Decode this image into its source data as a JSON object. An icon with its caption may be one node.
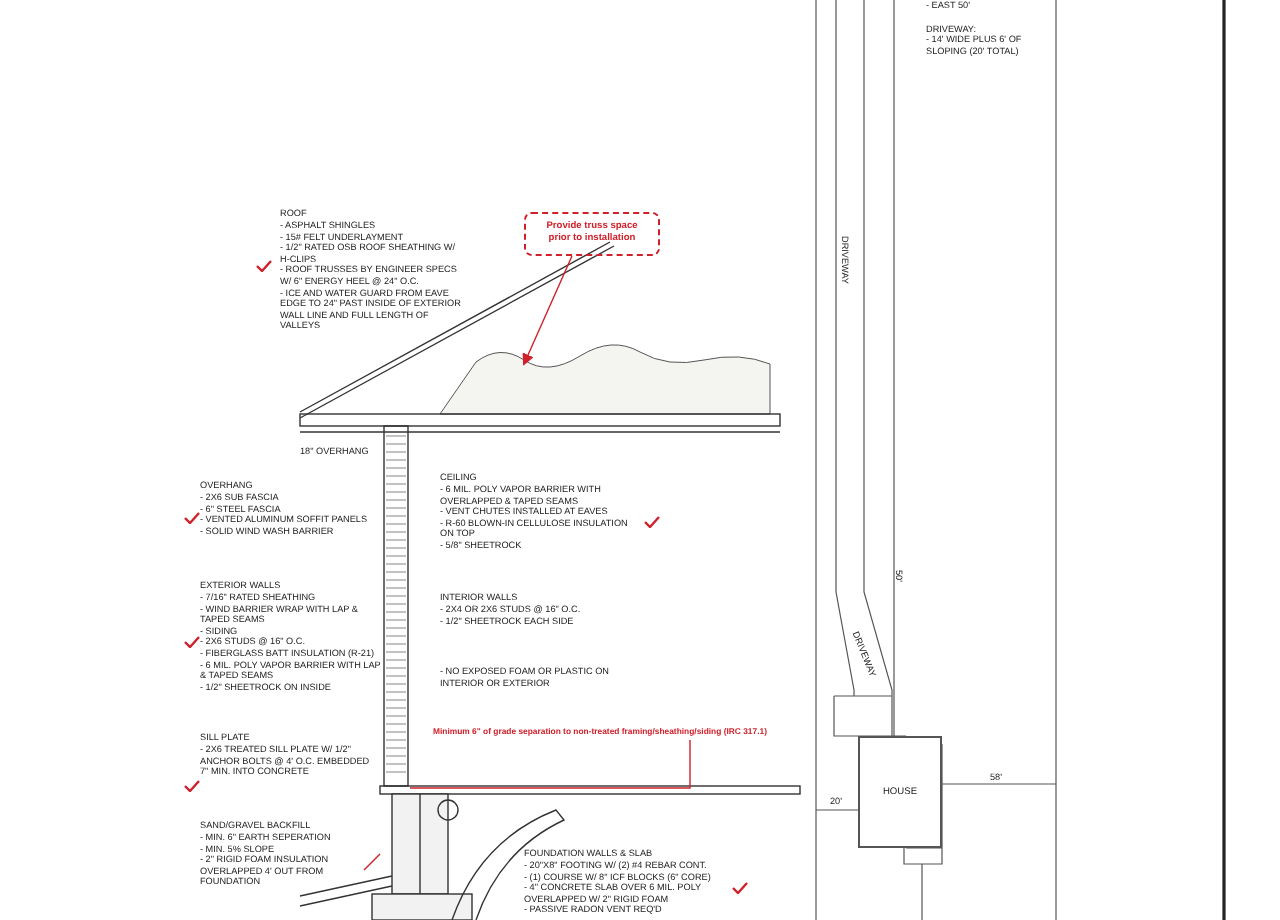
{
  "diagram": {
    "nodes": [
      {
        "text": [
          "Provide truss space prior to installation"
        ]
      },
      {
        "text": [
          "Minimum 6\" of grade separation to non-treated framing/sheathing/siding (IRC 317.1)"
        ]
      },
      {
        "text": [
          "HOUSE"
        ]
      }
    ],
    "edges": [
      {
        "from": 0,
        "to": null,
        "arrow": "to",
        "color": "#d0202a"
      },
      {
        "from": 1,
        "to": null,
        "arrow": "none",
        "color": "#d0202a"
      }
    ],
    "labels": [
      "ROOF",
      "- ASPHALT SHINGLES",
      "- 15# FELT UNDERLAYMENT",
      "- 1/2\" RATED OSB ROOF SHEATHING W/ H-CLIPS",
      "- ROOF TRUSSES BY ENGINEER SPECS W/ 6\" ENERGY HEEL @ 24\" O.C.",
      "- ICE AND WATER GUARD FROM EAVE EDGE TO 24\" PAST INSIDE OF EXTERIOR WALL LINE AND FULL LENGTH OF VALLEYS",
      "18\" OVERHANG",
      "OVERHANG",
      "- 2X6 SUB FASCIA",
      "- 6\" STEEL FASCIA",
      "- VENTED ALUMINUM SOFFIT PANELS",
      "- SOLID WIND WASH BARRIER",
      "EXTERIOR WALLS",
      "- 7/16\" RATED SHEATHING",
      "- WIND BARRIER WRAP WITH LAP & TAPED SEAMS",
      "- SIDING",
      "- 2X6 STUDS @ 16\" O.C.",
      "- FIBERGLASS BATT INSULATION (R-21)",
      "- 6 MIL. POLY VAPOR BARRIER WITH LAP & TAPED SEAMS",
      "- 1/2\" SHEETROCK ON INSIDE",
      "SILL PLATE",
      "- 2X6 TREATED SILL PLATE W/ 1/2\" ANCHOR BOLTS @ 4' O.C. EMBEDDED 7\" MIN. INTO CONCRETE",
      "SAND/GRAVEL BACKFILL",
      "- MIN. 6\" EARTH SEPERATION",
      "- MIN. 5% SLOPE",
      "- 2\" RIGID FOAM INSULATION OVERLAPPED 4' OUT FROM FOUNDATION",
      "CEILING",
      "- 6 MIL. POLY VAPOR BARRIER WITH OVERLAPPED & TAPED SEAMS",
      "- VENT CHUTES INSTALLED AT EAVES",
      "- R-60 BLOWN-IN CELLULOSE INSULATION ON TOP",
      "- 5/8\" SHEETROCK",
      "INTERIOR WALLS",
      "- 2X4 OR 2X6 STUDS @ 16\" O.C.",
      "- 1/2\" SHEETROCK EACH SIDE",
      "- NO EXPOSED FOAM OR PLASTIC ON INTERIOR OR EXTERIOR",
      "FOUNDATION WALLS & SLAB",
      "- 20\"X8\" FOOTING W/ (2) #4 REBAR CONT.",
      "- (1) COURSE W/ 8\" ICF BLOCKS (6\" CORE)",
      "- 4\" CONCRETE SLAB OVER 6 MIL. POLY OVERLAPPED W/ 2\" RIGID FOAM",
      "- PASSIVE RADON VENT REQ'D",
      "- EAST 50'",
      "DRIVEWAY:",
      "- 14' WIDE PLUS 6' OF SLOPING (20' TOTAL)",
      "DRIVEWAY",
      "DRIVEWAY",
      "50'",
      "58'",
      "20'"
    ]
  }
}
